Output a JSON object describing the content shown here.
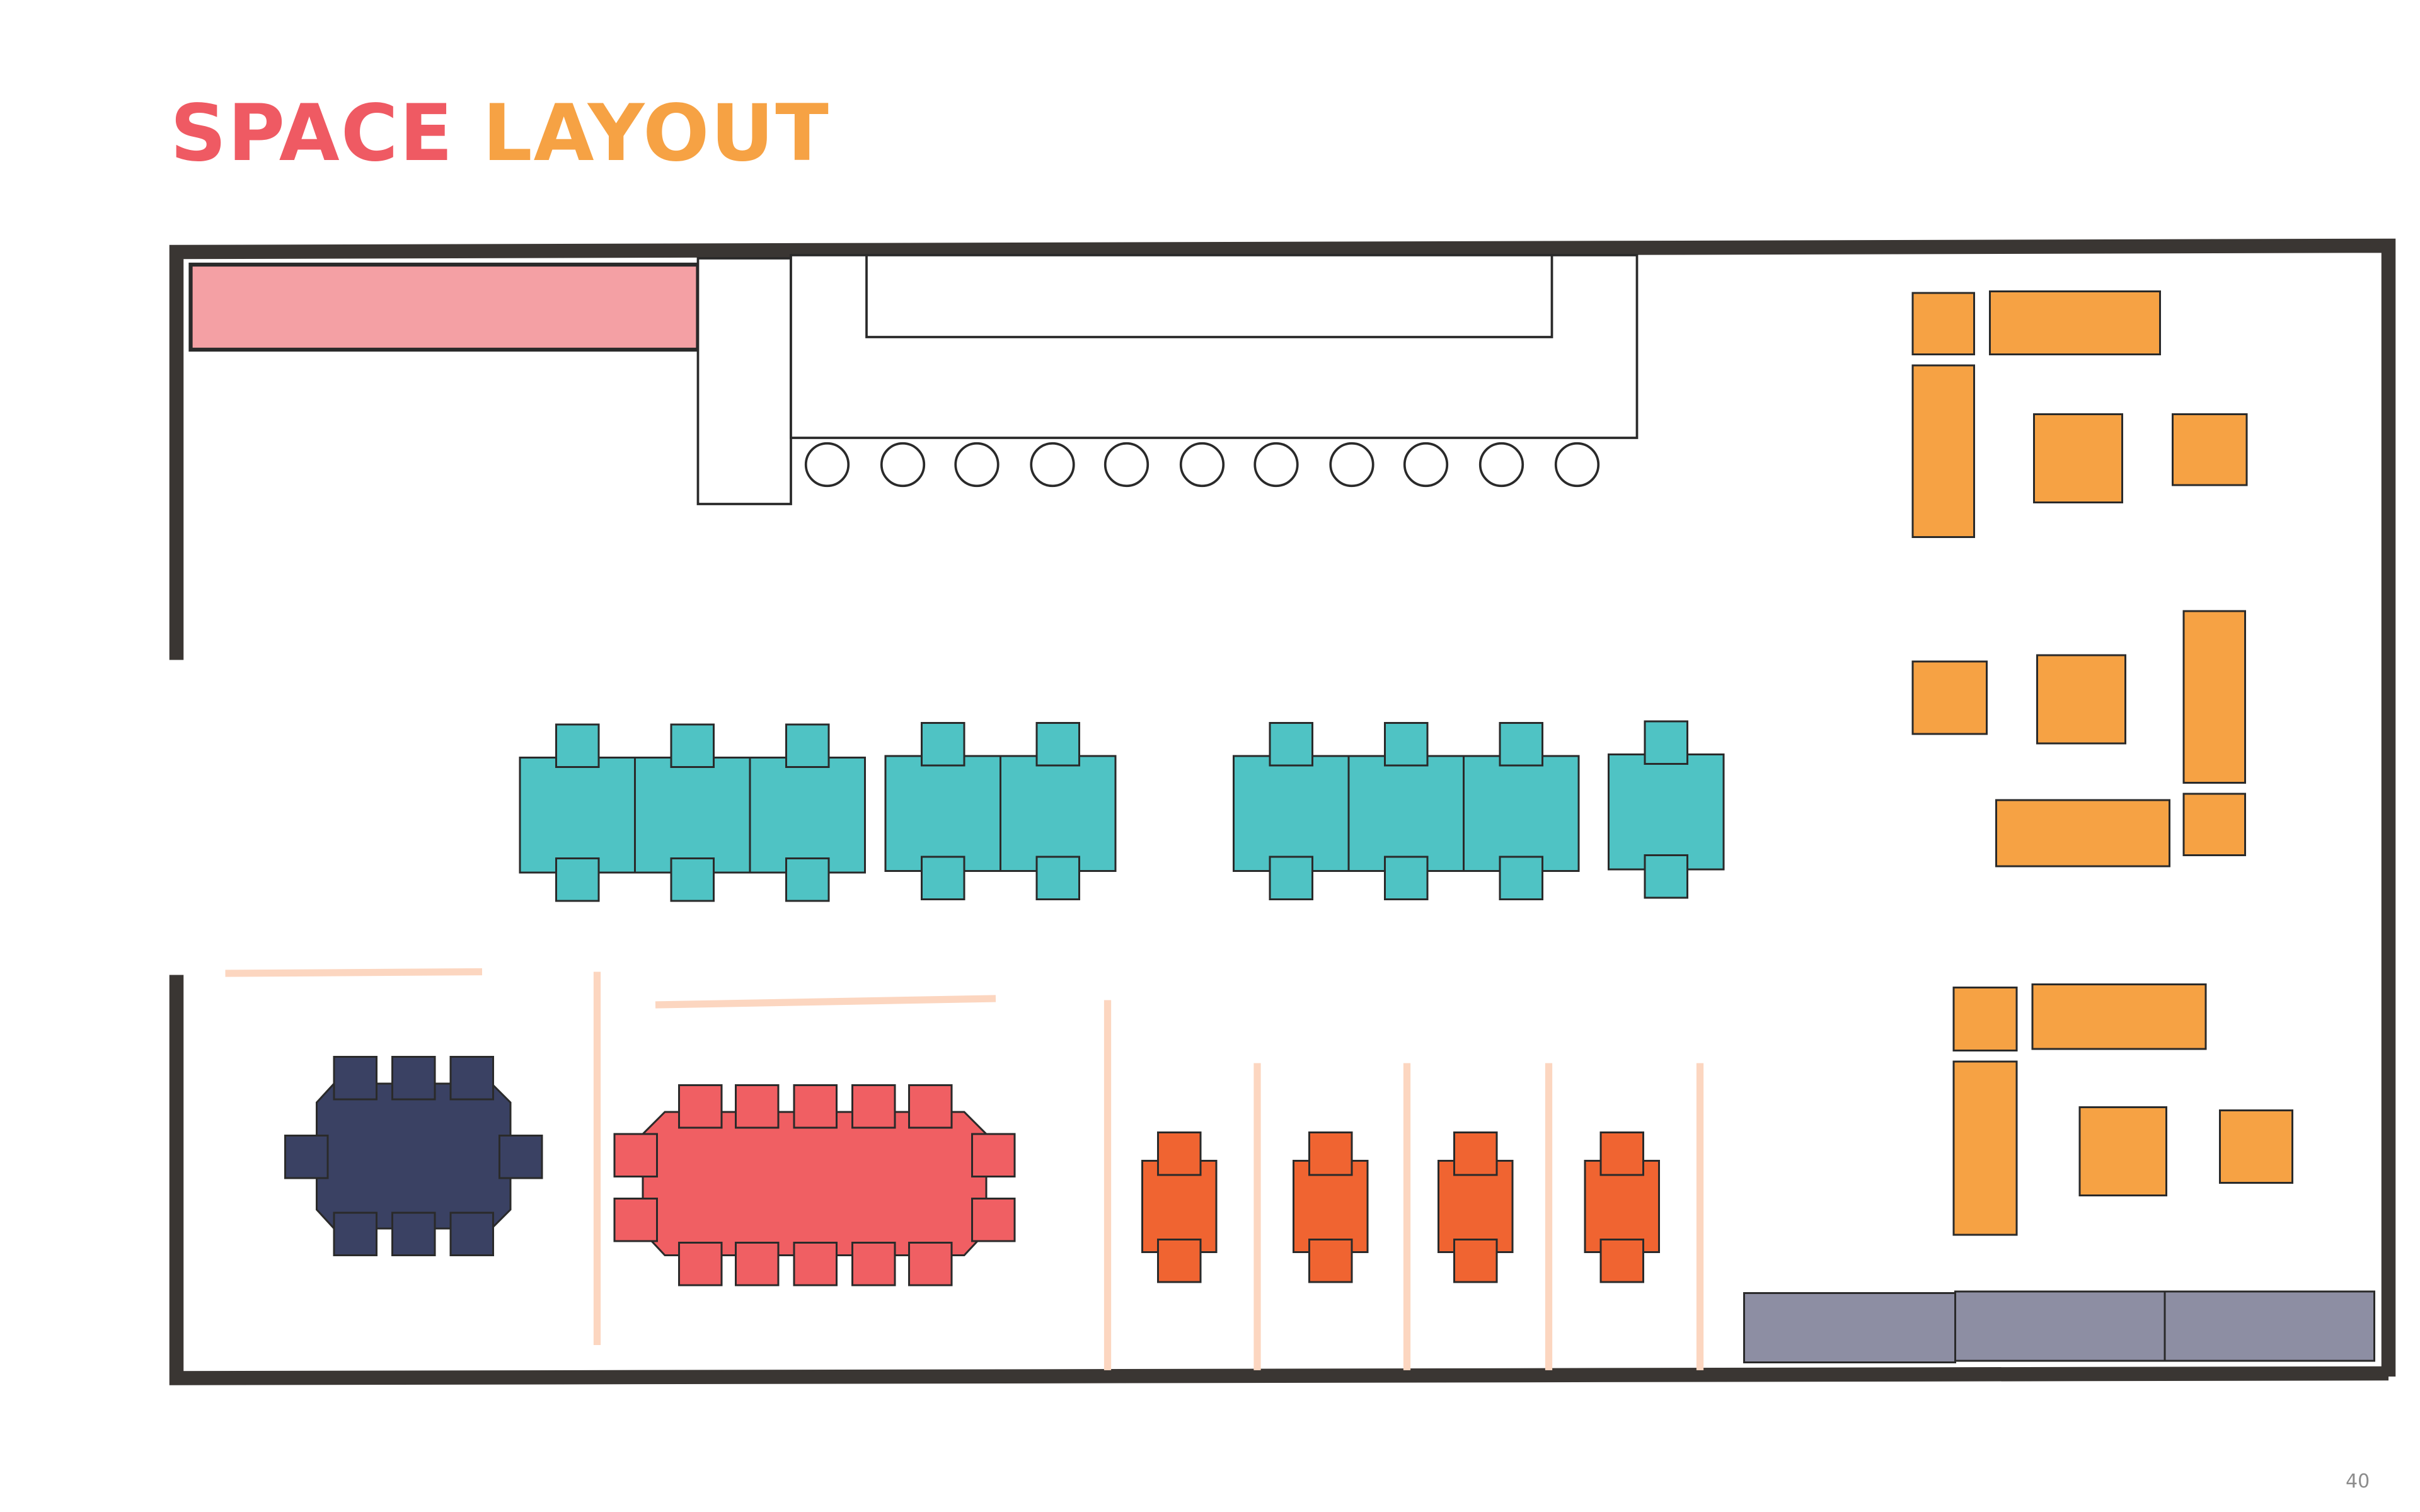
{
  "title": {
    "part1": "SPACE",
    "part2": "LAYOUT"
  },
  "page_number": "40",
  "colors": {
    "title_part1": "#ef5a63",
    "title_part2": "#f6a244",
    "wall": "#3a3633",
    "outline": "#2a2a2a",
    "counter_pink": "#f4a0a4",
    "workstation_teal": "#4fc3c4",
    "meeting_navy": "#3a4163",
    "conference_red": "#f05f63",
    "booth_orange": "#f06431",
    "lounge_orange": "#f6a244",
    "partition_peach": "#fcd6c0",
    "storage_grey": "#8d8ea3"
  }
}
